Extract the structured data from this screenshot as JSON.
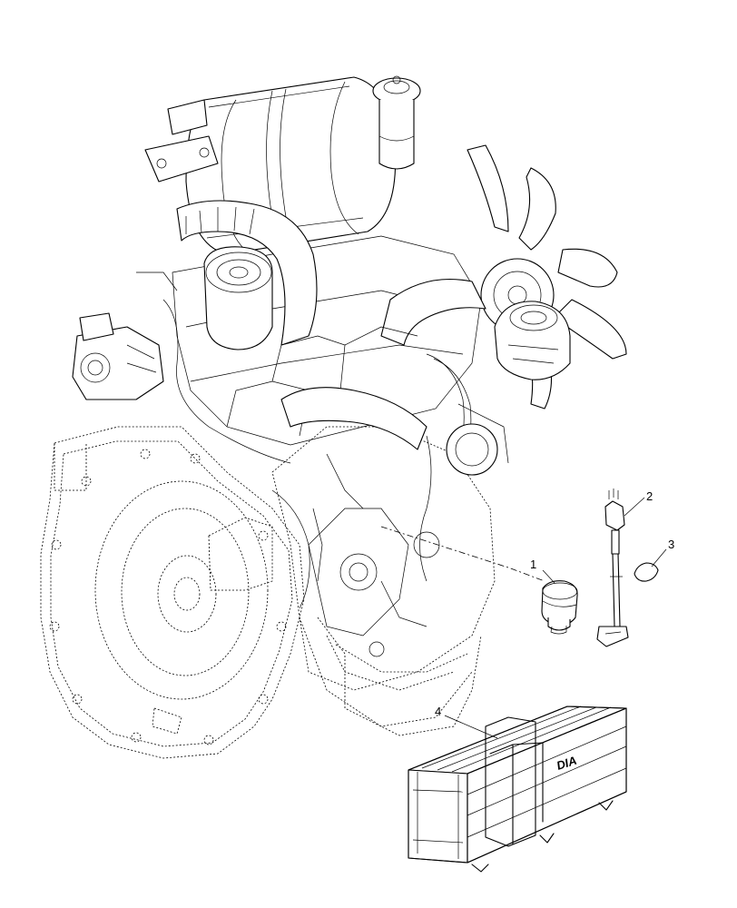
{
  "callouts": [
    {
      "id": "1",
      "label": "1"
    },
    {
      "id": "2",
      "label": "2"
    },
    {
      "id": "3",
      "label": "3"
    },
    {
      "id": "4",
      "label": "4"
    }
  ],
  "crate_marking": "DIA"
}
